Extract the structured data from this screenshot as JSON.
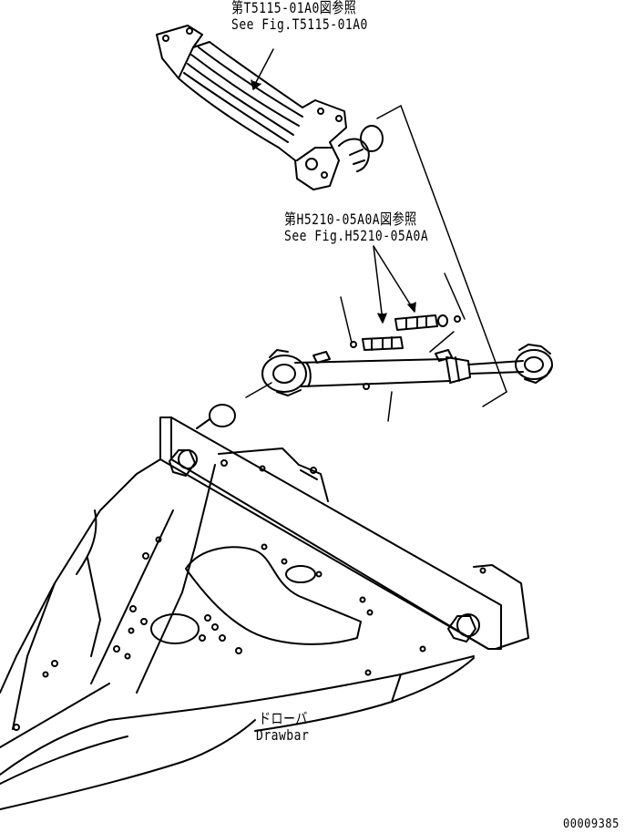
{
  "labels": {
    "ref1_jp": "第T5115-01A0図参照",
    "ref1_en": "See Fig.T5115-01A0",
    "ref2_jp": "第H5210-05A0A図参照",
    "ref2_en": "See Fig.H5210-05A0A",
    "drawbar_jp": "ドローバ",
    "drawbar_en": "Drawbar",
    "drawing_no": "00009385"
  },
  "colors": {
    "line": "#000000",
    "background": "#ffffff"
  }
}
